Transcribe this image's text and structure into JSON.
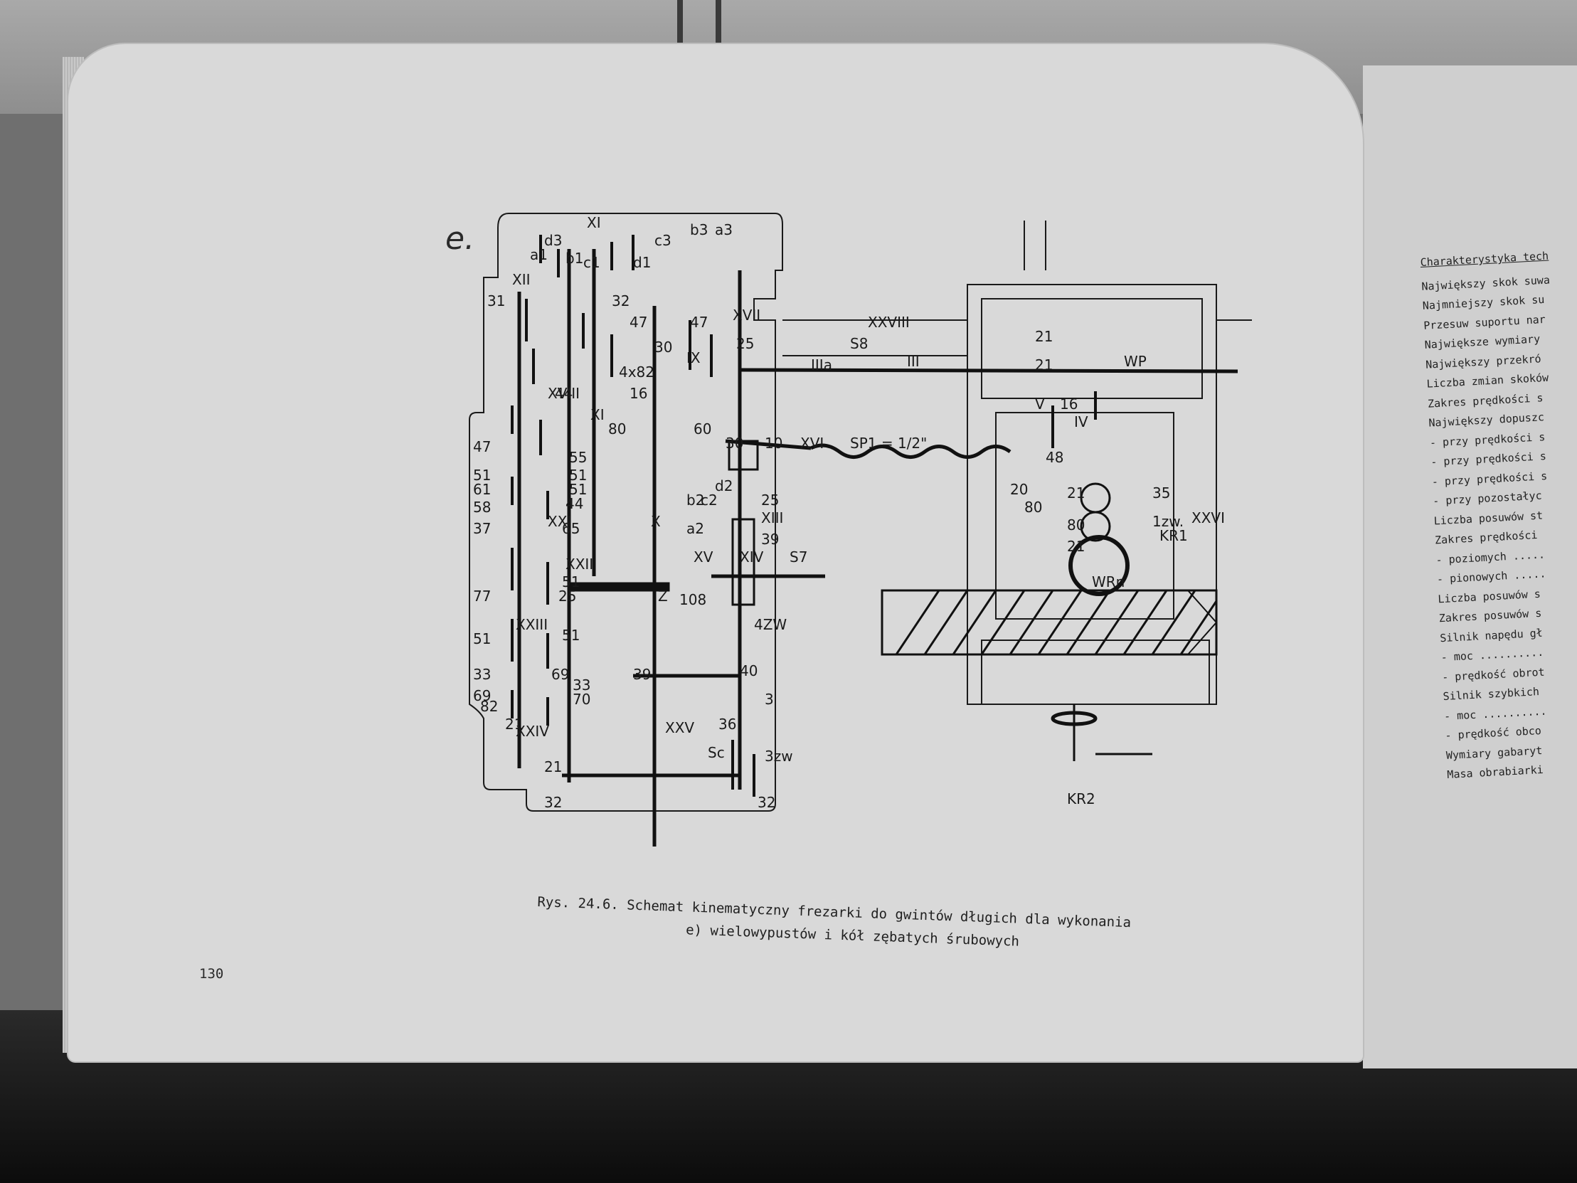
{
  "figure": {
    "label": "e.",
    "caption_line1": "Rys. 24.6. Schemat kinematyczny frezarki do gwintów długich dla wykonania",
    "caption_line2": "e) wielowypustów i kół zębatych śrubowych"
  },
  "page_number": "130",
  "diagram_labels": {
    "shafts": [
      "XI",
      "XII",
      "XIII",
      "XV",
      "XVI",
      "XVII",
      "XVIII",
      "XXI",
      "XXII",
      "XXIII",
      "XXIV",
      "XXV",
      "XXVI",
      "XXVIII",
      "IX",
      "X",
      "IV",
      "V",
      "III",
      "IIIa"
    ],
    "gears": [
      "b3",
      "a3",
      "d3",
      "c3",
      "a1",
      "b1",
      "c1",
      "d1",
      "a2",
      "b2",
      "c2",
      "d2",
      "31",
      "32",
      "24",
      "47",
      "30",
      "25",
      "16",
      "4x82",
      "44",
      "80",
      "60",
      "10",
      "55",
      "51",
      "58",
      "37",
      "65",
      "77",
      "33",
      "69",
      "82",
      "70",
      "21",
      "39",
      "40",
      "36",
      "108",
      "Z",
      "48",
      "35"
    ],
    "misc": [
      "S8",
      "S7",
      "Sc",
      "WP",
      "WRn",
      "KR1",
      "KR2",
      "4ZW",
      "1zw.",
      "3zw",
      "SP1 = 1/2\""
    ]
  },
  "right_page": {
    "title": "Charakterystyka tech",
    "lines": [
      "Największy skok suwa",
      "Najmniejszy skok su",
      "Przesuw suportu nar",
      "Największe wymiary",
      "Największy przekró",
      "Liczba zmian skoków",
      "Zakres prędkości s",
      "Największy dopuszc",
      "- przy prędkości s",
      "- przy prędkości s",
      "- przy prędkości s",
      "- przy pozostałyc",
      "Liczba posuwów st",
      "Zakres prędkości",
      "- poziomych .....",
      "- pionowych .....",
      "Liczba posuwów s",
      "Zakres posuwów s",
      "Silnik napędu gł",
      "- moc ..........",
      "- prędkość obrot",
      "Silnik szybkich",
      "- moc ..........",
      "- prędkość obco",
      "Wymiary gabaryt",
      "Masa obrabiarki"
    ]
  },
  "colors": {
    "paper": "#d9d9d9",
    "ink": "#1a1a1a",
    "table": "#111111",
    "background": "#8e8e8e"
  }
}
